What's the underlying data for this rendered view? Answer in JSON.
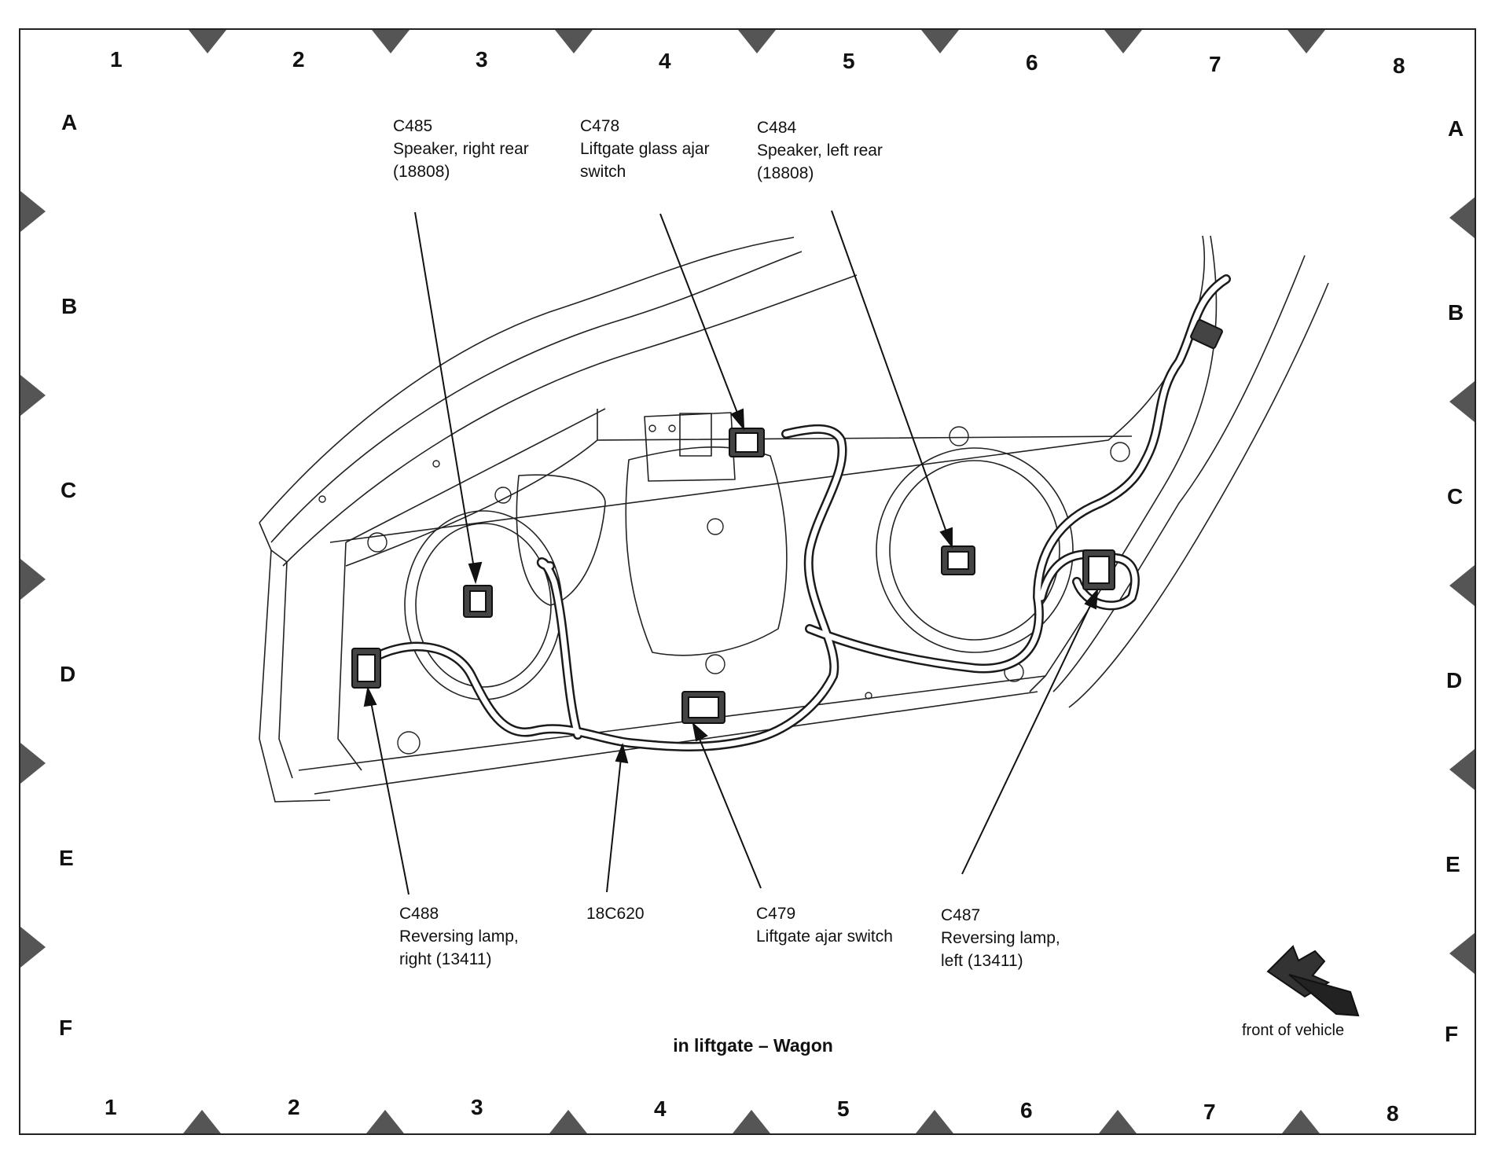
{
  "grid": {
    "columns": [
      "1",
      "2",
      "3",
      "4",
      "5",
      "6",
      "7",
      "8"
    ],
    "rows": [
      "A",
      "B",
      "C",
      "D",
      "E",
      "F"
    ]
  },
  "callouts": [
    {
      "id": "c485",
      "code": "C485",
      "lines": [
        "Speaker, right rear",
        "(18808)"
      ]
    },
    {
      "id": "c478",
      "code": "C478",
      "lines": [
        "Liftgate glass ajar",
        "switch"
      ]
    },
    {
      "id": "c484",
      "code": "C484",
      "lines": [
        "Speaker, left rear",
        "(18808)"
      ]
    },
    {
      "id": "c488",
      "code": "C488",
      "lines": [
        "Reversing lamp,",
        "right (13411)"
      ]
    },
    {
      "id": "h18c620",
      "code": "18C620",
      "lines": []
    },
    {
      "id": "c479",
      "code": "C479",
      "lines": [
        "Liftgate ajar switch"
      ]
    },
    {
      "id": "c487",
      "code": "C487",
      "lines": [
        "Reversing lamp,",
        "left (13411)"
      ]
    }
  ],
  "caption": "in liftgate – Wagon",
  "direction_label": "front of vehicle",
  "colors": {
    "line": "#1a1a1a",
    "frame": "#222222",
    "marker": "#555555"
  }
}
